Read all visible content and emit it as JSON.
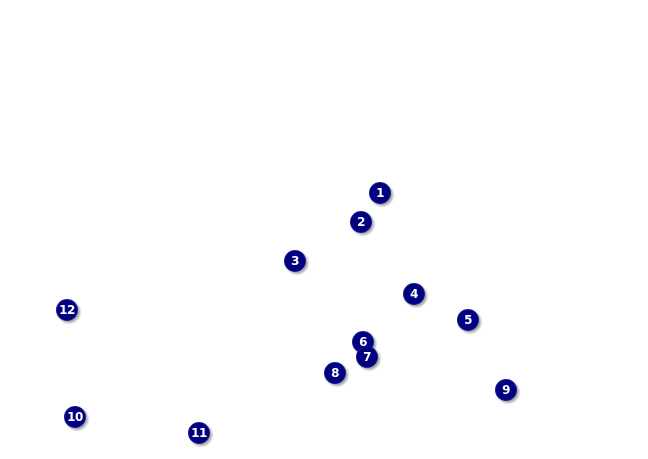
{
  "map": {
    "marker_color": "#000080",
    "marker_text_color": "#ffffff",
    "markers": [
      {
        "label": "1"
      },
      {
        "label": "2"
      },
      {
        "label": "3"
      },
      {
        "label": "4"
      },
      {
        "label": "5"
      },
      {
        "label": "6"
      },
      {
        "label": "7"
      },
      {
        "label": "8"
      },
      {
        "label": "9"
      },
      {
        "label": "10"
      },
      {
        "label": "11"
      },
      {
        "label": "12"
      }
    ]
  }
}
